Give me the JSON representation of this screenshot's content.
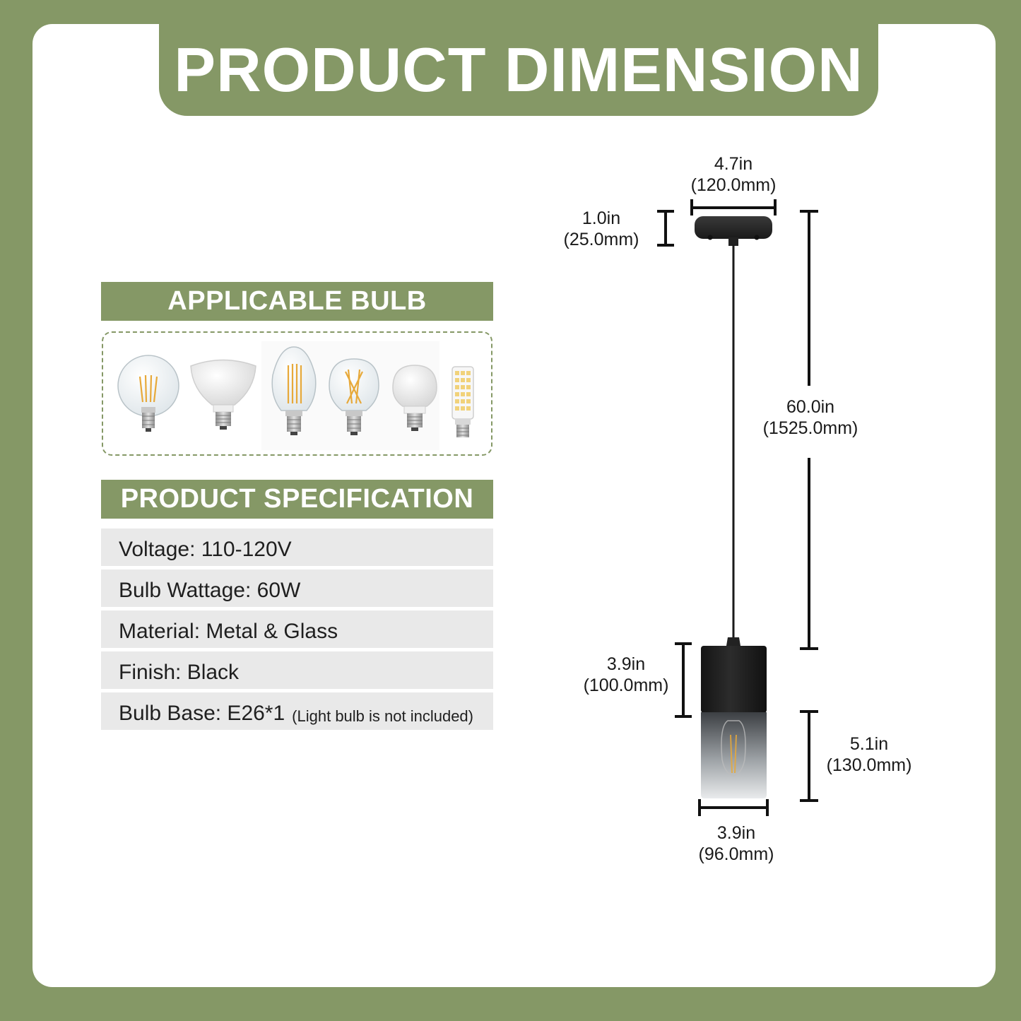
{
  "title": "PRODUCT DIMENSION",
  "colors": {
    "accent": "#859866",
    "background": "#ffffff",
    "row": "#e9e9e9",
    "text": "#1a1a1a"
  },
  "applicable_bulb": {
    "heading": "APPLICABLE BULB",
    "bulbs": [
      "g-globe-filament-bulb-icon",
      "br-flood-bulb-icon",
      "st-edison-filament-bulb-icon",
      "a-filament-bulb-icon",
      "a19-led-bulb-icon",
      "corn-led-bulb-icon"
    ]
  },
  "specification": {
    "heading": "PRODUCT SPECIFICATION",
    "rows": [
      {
        "label": "Voltage: 110-120V",
        "note": ""
      },
      {
        "label": "Bulb Wattage: 60W",
        "note": ""
      },
      {
        "label": "Material: Metal & Glass",
        "note": ""
      },
      {
        "label": "Finish: Black",
        "note": ""
      },
      {
        "label": "Bulb Base: E26*1",
        "note": "(Light bulb is not included)"
      }
    ]
  },
  "dimensions": {
    "canopy_width": {
      "in": "4.7in",
      "mm": "(120.0mm)"
    },
    "canopy_height": {
      "in": "1.0in",
      "mm": "(25.0mm)"
    },
    "cord_length": {
      "in": "60.0in",
      "mm": "(1525.0mm)"
    },
    "socket_height": {
      "in": "3.9in",
      "mm": "(100.0mm)"
    },
    "shade_height": {
      "in": "5.1in",
      "mm": "(130.0mm)"
    },
    "shade_width": {
      "in": "3.9in",
      "mm": "(96.0mm)"
    }
  }
}
